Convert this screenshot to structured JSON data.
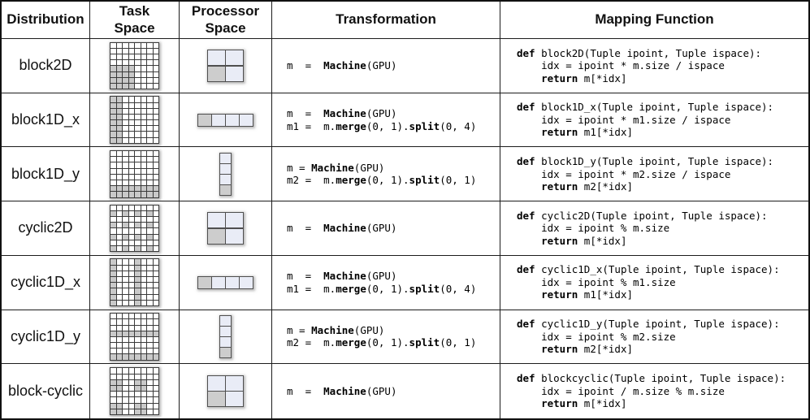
{
  "colors": {
    "task_shaded": "#c9c9c9",
    "processor_plain": "#e9ecf6",
    "processor_shaded": "#cdcdcd",
    "grid_line": "#3a3a3a",
    "table_border": "#1c1c1c"
  },
  "header": {
    "columns": [
      "Distribution",
      "Task\nSpace",
      "Processor\nSpace",
      "Transformation",
      "Mapping Function"
    ]
  },
  "rows": [
    {
      "name": "block2D",
      "task_grid": {
        "rows": 8,
        "cols": 8,
        "shaded_rows": [
          4,
          5,
          6,
          7
        ],
        "shaded_cols": [
          0,
          1,
          2,
          3
        ]
      },
      "processor_grid": {
        "rows": 2,
        "cols": 2,
        "shaded_rows": [
          1
        ],
        "shaded_cols": [
          0
        ]
      },
      "transformation": [
        [
          {
            "t": "m  =  ",
            "b": false
          },
          {
            "t": "Machine",
            "b": true
          },
          {
            "t": "(GPU)",
            "b": false
          }
        ]
      ],
      "mapping": [
        [
          {
            "t": "def ",
            "b": true
          },
          {
            "t": "block2D(Tuple ipoint, Tuple ispace):",
            "b": false
          }
        ],
        [
          {
            "t": "    idx = ipoint * m.size / ispace",
            "b": false
          }
        ],
        [
          {
            "t": "    ",
            "b": false
          },
          {
            "t": "return",
            "b": true
          },
          {
            "t": " m[*idx]",
            "b": false
          }
        ]
      ]
    },
    {
      "name": "block1D_x",
      "task_grid": {
        "rows": 8,
        "cols": 8,
        "shaded_rows": [
          0,
          1,
          2,
          3,
          4,
          5,
          6,
          7
        ],
        "shaded_cols": [
          0,
          1
        ]
      },
      "processor_grid": {
        "rows": 1,
        "cols": 4,
        "shaded_rows": [
          0
        ],
        "shaded_cols": [
          0
        ]
      },
      "transformation": [
        [
          {
            "t": "m  =  ",
            "b": false
          },
          {
            "t": "Machine",
            "b": true
          },
          {
            "t": "(GPU)",
            "b": false
          }
        ],
        [
          {
            "t": "m1 =  m.",
            "b": false
          },
          {
            "t": "merge",
            "b": true
          },
          {
            "t": "(0, 1).",
            "b": false
          },
          {
            "t": "split",
            "b": true
          },
          {
            "t": "(0, 4)",
            "b": false
          }
        ]
      ],
      "mapping": [
        [
          {
            "t": "def ",
            "b": true
          },
          {
            "t": "block1D_x(Tuple ipoint, Tuple ispace):",
            "b": false
          }
        ],
        [
          {
            "t": "    idx = ipoint * m1.size / ispace",
            "b": false
          }
        ],
        [
          {
            "t": "    ",
            "b": false
          },
          {
            "t": "return",
            "b": true
          },
          {
            "t": " m1[*idx]",
            "b": false
          }
        ]
      ]
    },
    {
      "name": "block1D_y",
      "task_grid": {
        "rows": 8,
        "cols": 8,
        "shaded_rows": [
          6,
          7
        ],
        "shaded_cols": [
          0,
          1,
          2,
          3,
          4,
          5,
          6,
          7
        ]
      },
      "processor_grid": {
        "rows": 4,
        "cols": 1,
        "shaded_rows": [
          3
        ],
        "shaded_cols": [
          0
        ]
      },
      "transformation": [
        [
          {
            "t": "m = ",
            "b": false
          },
          {
            "t": "Machine",
            "b": true
          },
          {
            "t": "(GPU)",
            "b": false
          }
        ],
        [
          {
            "t": "m2 =  m.",
            "b": false
          },
          {
            "t": "merge",
            "b": true
          },
          {
            "t": "(0, 1).",
            "b": false
          },
          {
            "t": "split",
            "b": true
          },
          {
            "t": "(0, 1)",
            "b": false
          }
        ]
      ],
      "mapping": [
        [
          {
            "t": "def ",
            "b": true
          },
          {
            "t": "block1D_y(Tuple ipoint, Tuple ispace):",
            "b": false
          }
        ],
        [
          {
            "t": "    idx = ipoint * m2.size / ispace",
            "b": false
          }
        ],
        [
          {
            "t": "    ",
            "b": false
          },
          {
            "t": "return",
            "b": true
          },
          {
            "t": " m2[*idx]",
            "b": false
          }
        ]
      ]
    },
    {
      "name": "cyclic2D",
      "task_grid": {
        "rows": 8,
        "cols": 8,
        "shaded_rows": [
          1,
          3,
          5,
          7
        ],
        "shaded_cols": [
          0,
          2,
          4,
          6
        ]
      },
      "processor_grid": {
        "rows": 2,
        "cols": 2,
        "shaded_rows": [
          1
        ],
        "shaded_cols": [
          0
        ]
      },
      "transformation": [
        [
          {
            "t": "m  =  ",
            "b": false
          },
          {
            "t": "Machine",
            "b": true
          },
          {
            "t": "(GPU)",
            "b": false
          }
        ]
      ],
      "mapping": [
        [
          {
            "t": "def ",
            "b": true
          },
          {
            "t": "cyclic2D(Tuple ipoint, Tuple ispace):",
            "b": false
          }
        ],
        [
          {
            "t": "    idx = ipoint % m.size",
            "b": false
          }
        ],
        [
          {
            "t": "    ",
            "b": false
          },
          {
            "t": "return",
            "b": true
          },
          {
            "t": " m[*idx]",
            "b": false
          }
        ]
      ]
    },
    {
      "name": "cyclic1D_x",
      "task_grid": {
        "rows": 8,
        "cols": 8,
        "shaded_rows": [
          0,
          1,
          2,
          3,
          4,
          5,
          6,
          7
        ],
        "shaded_cols": [
          0,
          4
        ]
      },
      "processor_grid": {
        "rows": 1,
        "cols": 4,
        "shaded_rows": [
          0
        ],
        "shaded_cols": [
          0
        ]
      },
      "transformation": [
        [
          {
            "t": "m  =  ",
            "b": false
          },
          {
            "t": "Machine",
            "b": true
          },
          {
            "t": "(GPU)",
            "b": false
          }
        ],
        [
          {
            "t": "m1 =  m.",
            "b": false
          },
          {
            "t": "merge",
            "b": true
          },
          {
            "t": "(0, 1).",
            "b": false
          },
          {
            "t": "split",
            "b": true
          },
          {
            "t": "(0, 4)",
            "b": false
          }
        ]
      ],
      "mapping": [
        [
          {
            "t": "def ",
            "b": true
          },
          {
            "t": "cyclic1D_x(Tuple ipoint, Tuple ispace):",
            "b": false
          }
        ],
        [
          {
            "t": "    idx = ipoint % m1.size",
            "b": false
          }
        ],
        [
          {
            "t": "    ",
            "b": false
          },
          {
            "t": "return",
            "b": true
          },
          {
            "t": " m1[*idx]",
            "b": false
          }
        ]
      ]
    },
    {
      "name": "cyclic1D_y",
      "task_grid": {
        "rows": 8,
        "cols": 8,
        "shaded_rows": [
          3,
          7
        ],
        "shaded_cols": [
          0,
          1,
          2,
          3,
          4,
          5,
          6,
          7
        ]
      },
      "processor_grid": {
        "rows": 4,
        "cols": 1,
        "shaded_rows": [
          3
        ],
        "shaded_cols": [
          0
        ]
      },
      "transformation": [
        [
          {
            "t": "m = ",
            "b": false
          },
          {
            "t": "Machine",
            "b": true
          },
          {
            "t": "(GPU)",
            "b": false
          }
        ],
        [
          {
            "t": "m2 =  m.",
            "b": false
          },
          {
            "t": "merge",
            "b": true
          },
          {
            "t": "(0, 1).",
            "b": false
          },
          {
            "t": "split",
            "b": true
          },
          {
            "t": "(0, 1)",
            "b": false
          }
        ]
      ],
      "mapping": [
        [
          {
            "t": "def ",
            "b": true
          },
          {
            "t": "cyclic1D_y(Tuple ipoint, Tuple ispace):",
            "b": false
          }
        ],
        [
          {
            "t": "    idx = ipoint % m2.size",
            "b": false
          }
        ],
        [
          {
            "t": "    ",
            "b": false
          },
          {
            "t": "return",
            "b": true
          },
          {
            "t": " m2[*idx]",
            "b": false
          }
        ]
      ]
    },
    {
      "name": "block-cyclic",
      "task_grid": {
        "rows": 8,
        "cols": 8,
        "shaded_rows": [
          2,
          3,
          6,
          7
        ],
        "shaded_cols": [
          0,
          1,
          4,
          5
        ]
      },
      "processor_grid": {
        "rows": 2,
        "cols": 2,
        "shaded_rows": [
          1
        ],
        "shaded_cols": [
          0
        ]
      },
      "transformation": [
        [
          {
            "t": "m  =  ",
            "b": false
          },
          {
            "t": "Machine",
            "b": true
          },
          {
            "t": "(GPU)",
            "b": false
          }
        ]
      ],
      "mapping": [
        [
          {
            "t": "def ",
            "b": true
          },
          {
            "t": "blockcyclic(Tuple ipoint, Tuple ispace):",
            "b": false
          }
        ],
        [
          {
            "t": "    idx = ipoint / m.size % m.size",
            "b": false
          }
        ],
        [
          {
            "t": "    ",
            "b": false
          },
          {
            "t": "return",
            "b": true
          },
          {
            "t": " m[*idx]",
            "b": false
          }
        ]
      ]
    }
  ]
}
